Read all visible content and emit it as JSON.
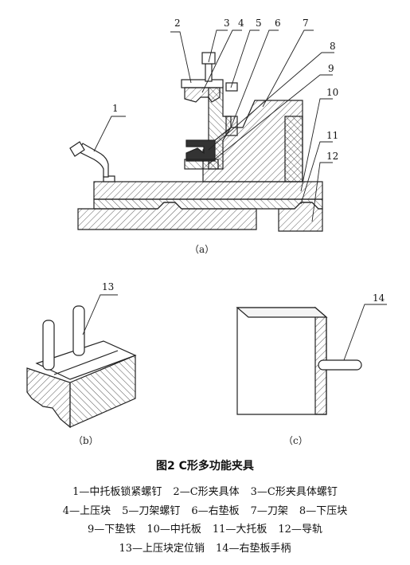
{
  "callouts": {
    "c1": "1",
    "c2": "2",
    "c3": "3",
    "c4": "4",
    "c5": "5",
    "c6": "6",
    "c7": "7",
    "c8": "8",
    "c9": "9",
    "c10": "10",
    "c11": "11",
    "c12": "12",
    "c13": "13",
    "c14": "14"
  },
  "sublabels": {
    "a": "（a）",
    "b": "（b）",
    "c": "（c）"
  },
  "caption": "图2   C形多功能夹具",
  "legend": {
    "rows": [
      [
        "1—中托板锁紧螺钉",
        "2—C形夹具体",
        "3—C形夹具体螺钉"
      ],
      [
        "4—上压块",
        "5—刀架螺钉",
        "6—右垫板",
        "7—刀架",
        "8—下压块"
      ],
      [
        "9—下垫铁",
        "10—中托板",
        "11—大托板",
        "12—导轨"
      ],
      [
        "13—上压块定位销",
        "14—右垫板手柄"
      ]
    ]
  }
}
